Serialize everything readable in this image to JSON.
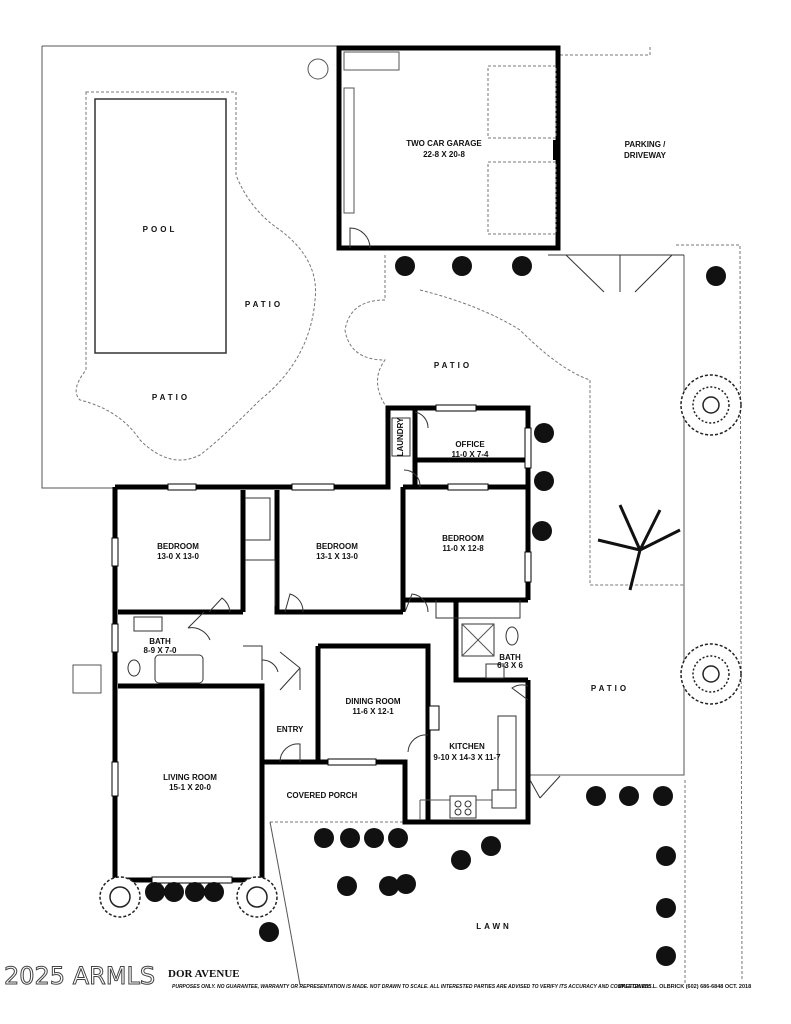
{
  "rooms": {
    "garage": {
      "name": "TWO CAR GARAGE",
      "dims": "22-8  X  20-8"
    },
    "parking": {
      "line1": "PARKING  /",
      "line2": "DRIVEWAY"
    },
    "pool": "POOL",
    "patio_pool_right": "PATIO",
    "patio_pool_bottom": "PATIO",
    "patio_center": "PATIO",
    "patio_east": "PATIO",
    "office": {
      "name": "OFFICE",
      "dims": "11-0 X 7-4"
    },
    "laundry": "LAUNDRY",
    "bedroom_1": {
      "name": "BEDROOM",
      "dims": "13-0 X 13-0"
    },
    "bedroom_2": {
      "name": "BEDROOM",
      "dims": "13-1 X 13-0"
    },
    "bedroom_3": {
      "name": "BEDROOM",
      "dims": "11-0 X 12-8"
    },
    "bath_1": {
      "name": "BATH",
      "dims": "8-9 X 7-0"
    },
    "bath_2": {
      "name": "BATH",
      "dims": "6-3 X 6"
    },
    "dining": {
      "name": "DINING ROOM",
      "dims": "11-6  X  12-1"
    },
    "entry": "ENTRY",
    "kitchen": {
      "name": "KITCHEN",
      "dims": "9-10 X 14-3 X 11-7"
    },
    "living": {
      "name": "LIVING ROOM",
      "dims": "15-1  X  20-0"
    },
    "porch": "COVERED PORCH",
    "lawn": "LAWN"
  },
  "footer": {
    "street": "DOR AVENUE",
    "disclaimer": "PURPOSES ONLY.  NO GUARANTEE, WARRANTY OR REPRESENTATION IS MADE.  NOT DRAWN TO SCALE.  ALL INTERESTED PARTIES ARE ADVISED TO VERIFY ITS ACCURACY AND COMPLETENESS.",
    "sketch_by": "SKETCH BY:   L. OLBRICK  (602) 686-6848  OCT. 2018",
    "watermark": "2025 ARMLS"
  }
}
